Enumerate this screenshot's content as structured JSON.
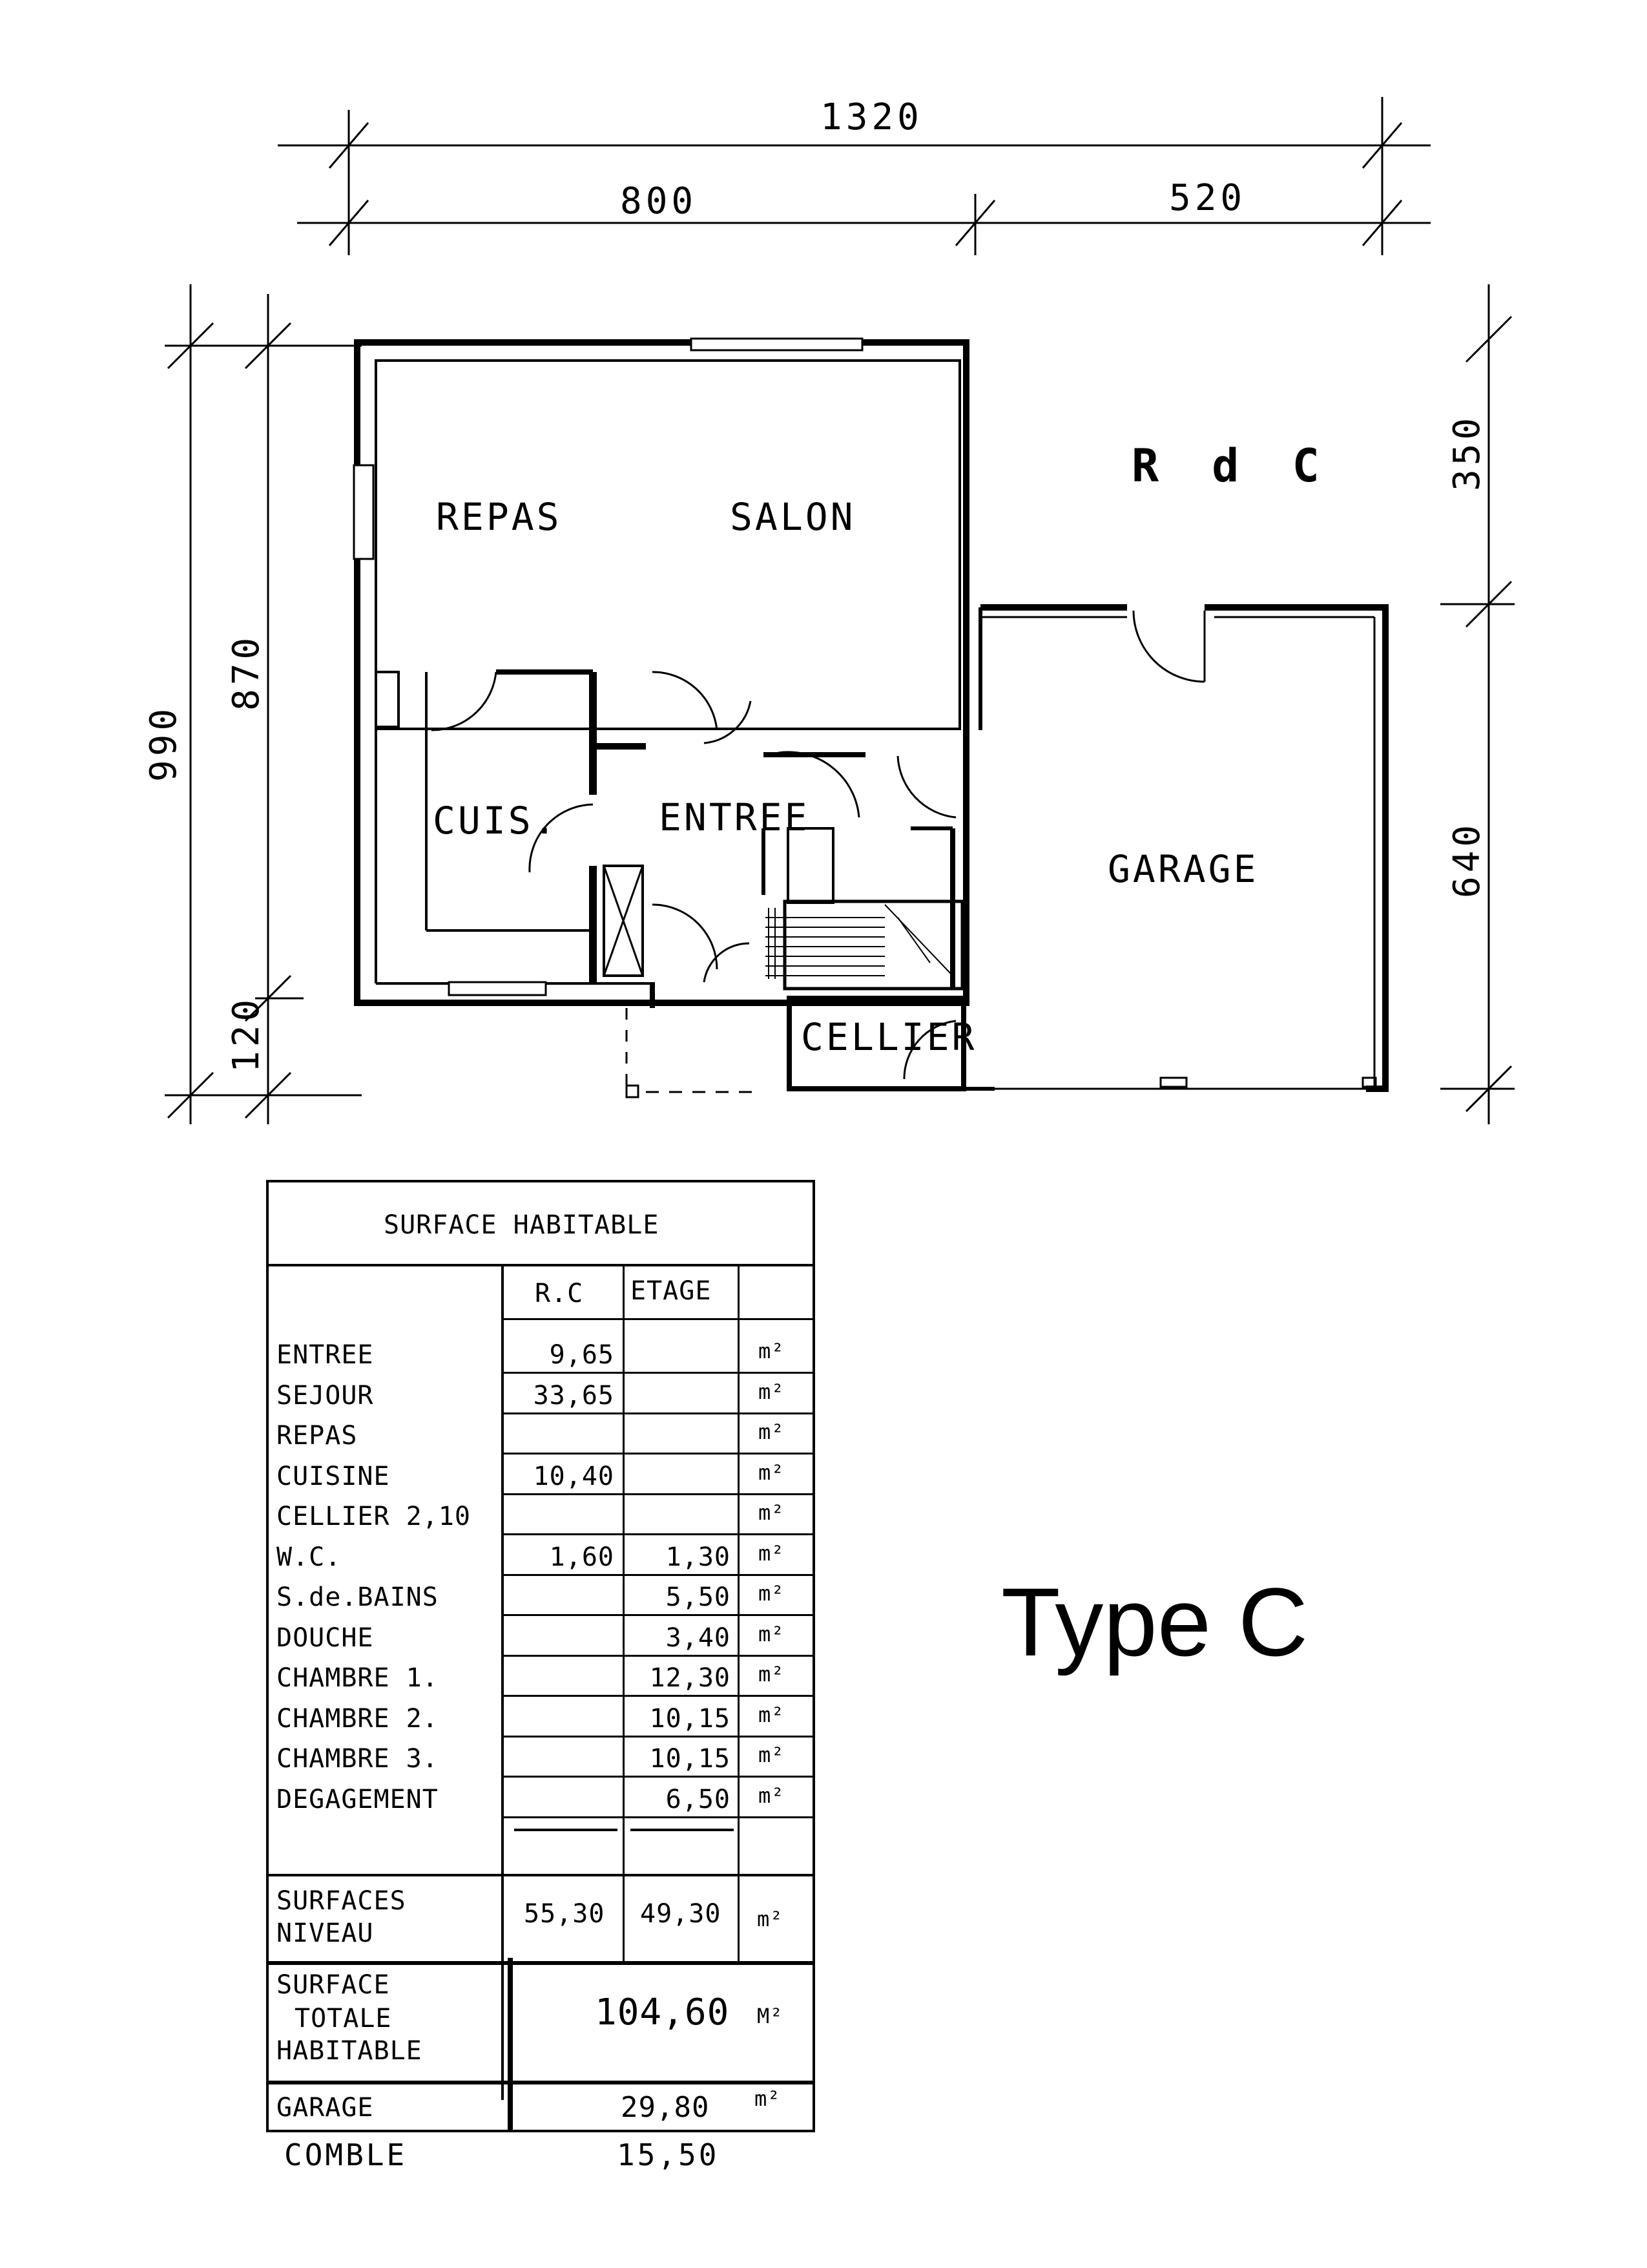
{
  "plan": {
    "level_label": "R d C",
    "rooms": {
      "repas": "REPAS",
      "salon": "SALON",
      "cuisine": "CUIS.",
      "entree": "ENTREE",
      "garage": "GARAGE",
      "cellier": "CELLIER"
    },
    "dimensions": {
      "total_width": "1320",
      "left_width": "800",
      "right_width": "520",
      "total_depth": "990",
      "house_depth": "870",
      "porch_depth": "120",
      "upper_right": "350",
      "lower_right": "640"
    }
  },
  "table": {
    "title": "SURFACE HABITABLE",
    "col_rc": "R.C",
    "col_etage": "ETAGE",
    "rows": [
      {
        "label": "ENTREE",
        "rc": "9,65",
        "etage": "",
        "unit": "m²"
      },
      {
        "label": "SEJOUR",
        "rc": "33,65",
        "etage": "",
        "unit": "m²"
      },
      {
        "label": "REPAS",
        "rc": "",
        "etage": "",
        "unit": "m²"
      },
      {
        "label": "CUISINE",
        "rc": "10,40",
        "etage": "",
        "unit": "m²"
      },
      {
        "label": "CELLIER  2,10",
        "rc": "",
        "etage": "",
        "unit": "m²"
      },
      {
        "label": "W.C.",
        "rc": "1,60",
        "etage": "1,30",
        "unit": "m²"
      },
      {
        "label": "S.de.BAINS",
        "rc": "",
        "etage": "5,50",
        "unit": "m²"
      },
      {
        "label": "DOUCHE",
        "rc": "",
        "etage": "3,40",
        "unit": "m²"
      },
      {
        "label": "CHAMBRE 1.",
        "rc": "",
        "etage": "12,30",
        "unit": "m²"
      },
      {
        "label": "CHAMBRE 2.",
        "rc": "",
        "etage": "10,15",
        "unit": "m²"
      },
      {
        "label": "CHAMBRE 3.",
        "rc": "",
        "etage": "10,15",
        "unit": "m²"
      },
      {
        "label": "DEGAGEMENT",
        "rc": "",
        "etage": "6,50",
        "unit": "m²"
      }
    ],
    "surfaces_niveau_label_1": "SURFACES",
    "surfaces_niveau_label_2": "NIVEAU",
    "surfaces_niveau_rc": "55,30",
    "surfaces_niveau_etage": "49,30",
    "surfaces_niveau_unit": "m²",
    "total_label_1": "SURFACE",
    "total_label_2": "TOTALE",
    "total_label_3": "HABITABLE",
    "total_value": "104,60",
    "total_unit": "M²",
    "garage_label": "GARAGE",
    "garage_value": "29,80",
    "garage_unit": "m²"
  },
  "comble_label": "COMBLE",
  "comble_value": "15,50",
  "type_label": "Type C"
}
